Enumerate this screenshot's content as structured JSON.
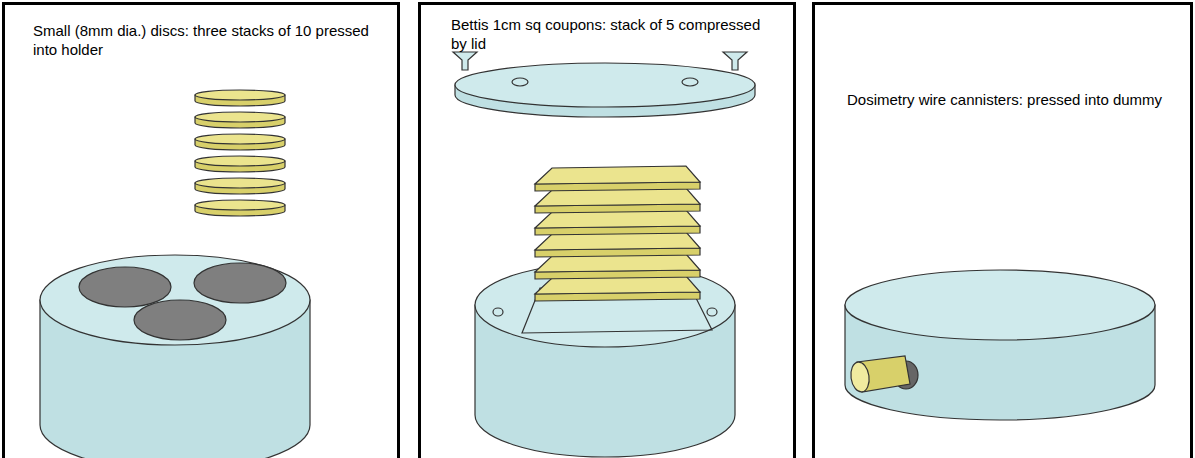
{
  "diagram": {
    "nodes": [
      {
        "text": [
          "Small (8mm dia.) discs: three stacks of 10 pressed into holder"
        ]
      },
      {
        "text": [
          "Bettis 1cm sq coupons: stack of 5 compressed by lid"
        ]
      },
      {
        "text": [
          "Dosimetry wire cannisters: pressed into dummy"
        ]
      }
    ]
  }
}
